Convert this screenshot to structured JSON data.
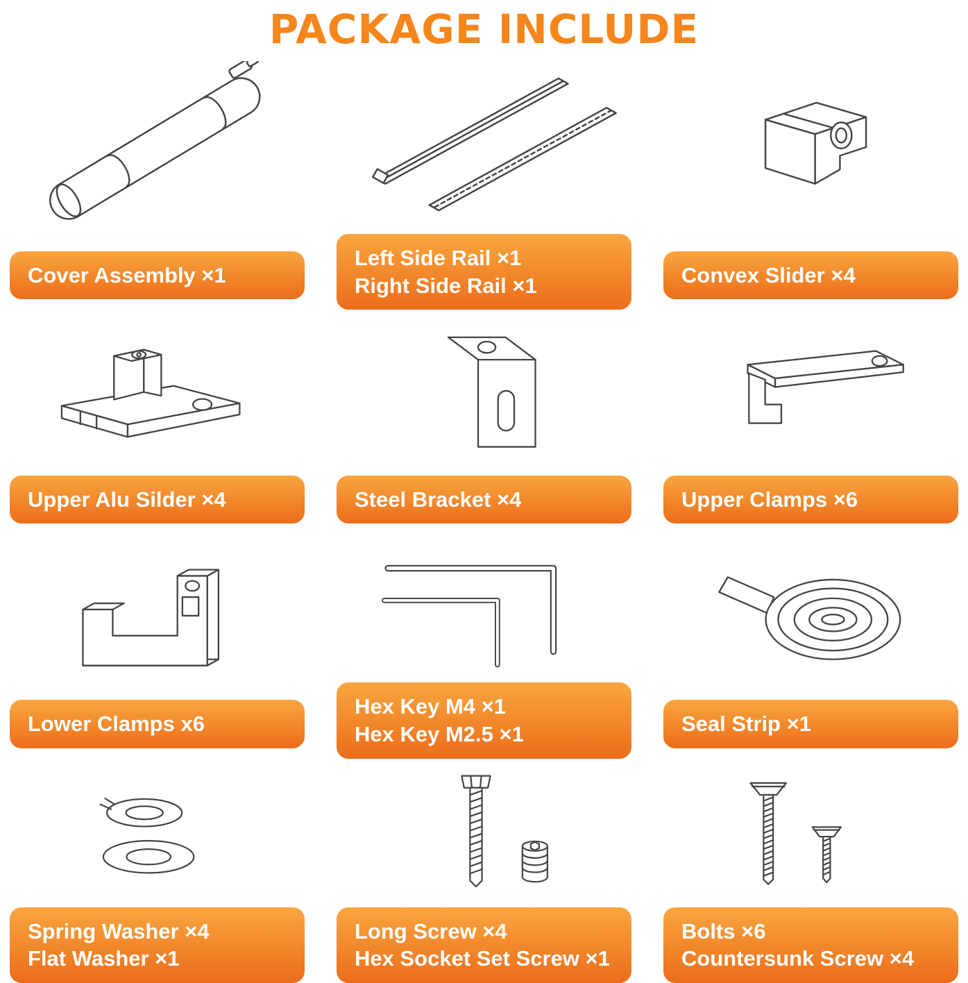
{
  "title": "PACKAGE INCLUDE",
  "colors": {
    "title_orange": "#f6861c",
    "bar_top": "#f9a63f",
    "bar_bottom": "#ec6d1a",
    "label_text": "#ffffff",
    "line_art": "#454545",
    "bg": "#ffffff"
  },
  "items": [
    {
      "icon": "cover-assembly-icon",
      "lines": [
        "Cover Assembly ×1"
      ]
    },
    {
      "icon": "side-rails-icon",
      "lines": [
        "Left Side Rail ×1",
        "Right Side Rail ×1"
      ]
    },
    {
      "icon": "convex-slider-icon",
      "lines": [
        "Convex Slider ×4"
      ]
    },
    {
      "icon": "upper-alu-slider-icon",
      "lines": [
        "Upper Alu Silder ×4"
      ]
    },
    {
      "icon": "steel-bracket-icon",
      "lines": [
        "Steel Bracket ×4"
      ]
    },
    {
      "icon": "upper-clamps-icon",
      "lines": [
        "Upper Clamps ×6"
      ]
    },
    {
      "icon": "lower-clamps-icon",
      "lines": [
        "Lower Clamps x6"
      ]
    },
    {
      "icon": "hex-keys-icon",
      "lines": [
        "Hex Key M4 ×1",
        "Hex Key M2.5 ×1"
      ]
    },
    {
      "icon": "seal-strip-icon",
      "lines": [
        "Seal Strip ×1"
      ]
    },
    {
      "icon": "washers-icon",
      "lines": [
        "Spring Washer ×4",
        "Flat Washer ×1"
      ]
    },
    {
      "icon": "screws-icon",
      "lines": [
        "Long Screw ×4",
        "Hex Socket Set Screw ×1"
      ]
    },
    {
      "icon": "bolts-icon",
      "lines": [
        "Bolts ×6",
        "Countersunk Screw ×4"
      ]
    }
  ]
}
